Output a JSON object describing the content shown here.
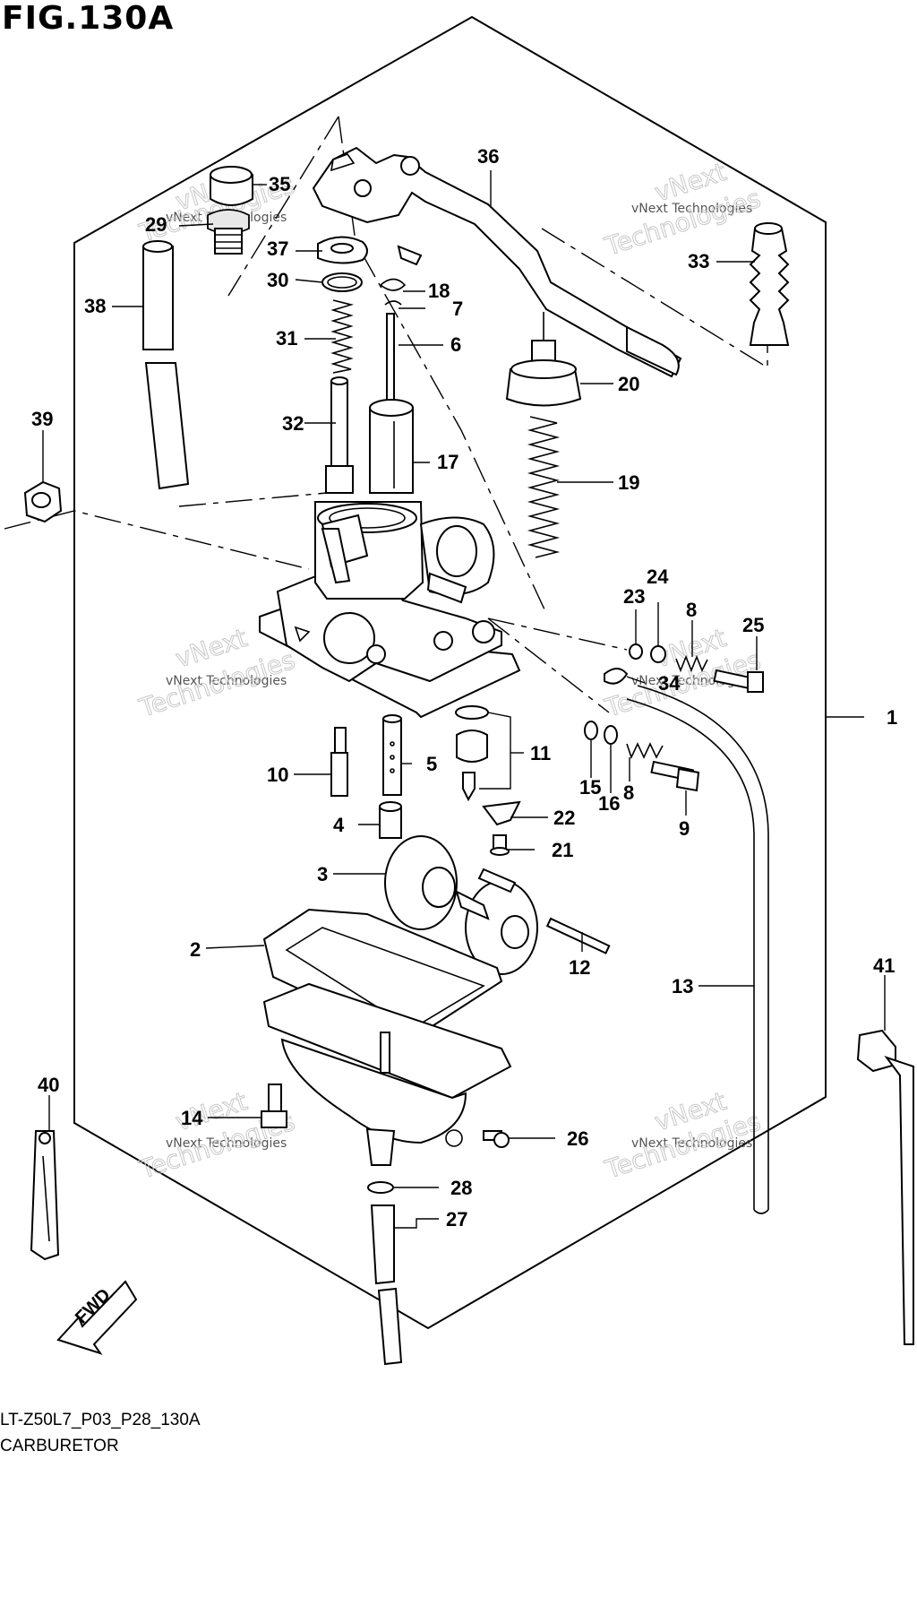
{
  "figure": {
    "title": "FIG.130A",
    "code": "LT-Z50L7_P03_P28_130A",
    "name": "CARBURETOR"
  },
  "callouts": [
    "35",
    "29",
    "37",
    "30",
    "18",
    "7",
    "31",
    "6",
    "32",
    "17",
    "36",
    "33",
    "20",
    "19",
    "38",
    "39",
    "23",
    "24",
    "8",
    "25",
    "34",
    "1",
    "11",
    "10",
    "5",
    "15",
    "16",
    "8",
    "4",
    "22",
    "21",
    "9",
    "3",
    "2",
    "12",
    "13",
    "41",
    "40",
    "14",
    "26",
    "28",
    "27"
  ],
  "watermark": {
    "line1": "vNext Technologies",
    "line2": "vNext",
    "line3": "Technologies"
  },
  "fwd_label": "FWD"
}
